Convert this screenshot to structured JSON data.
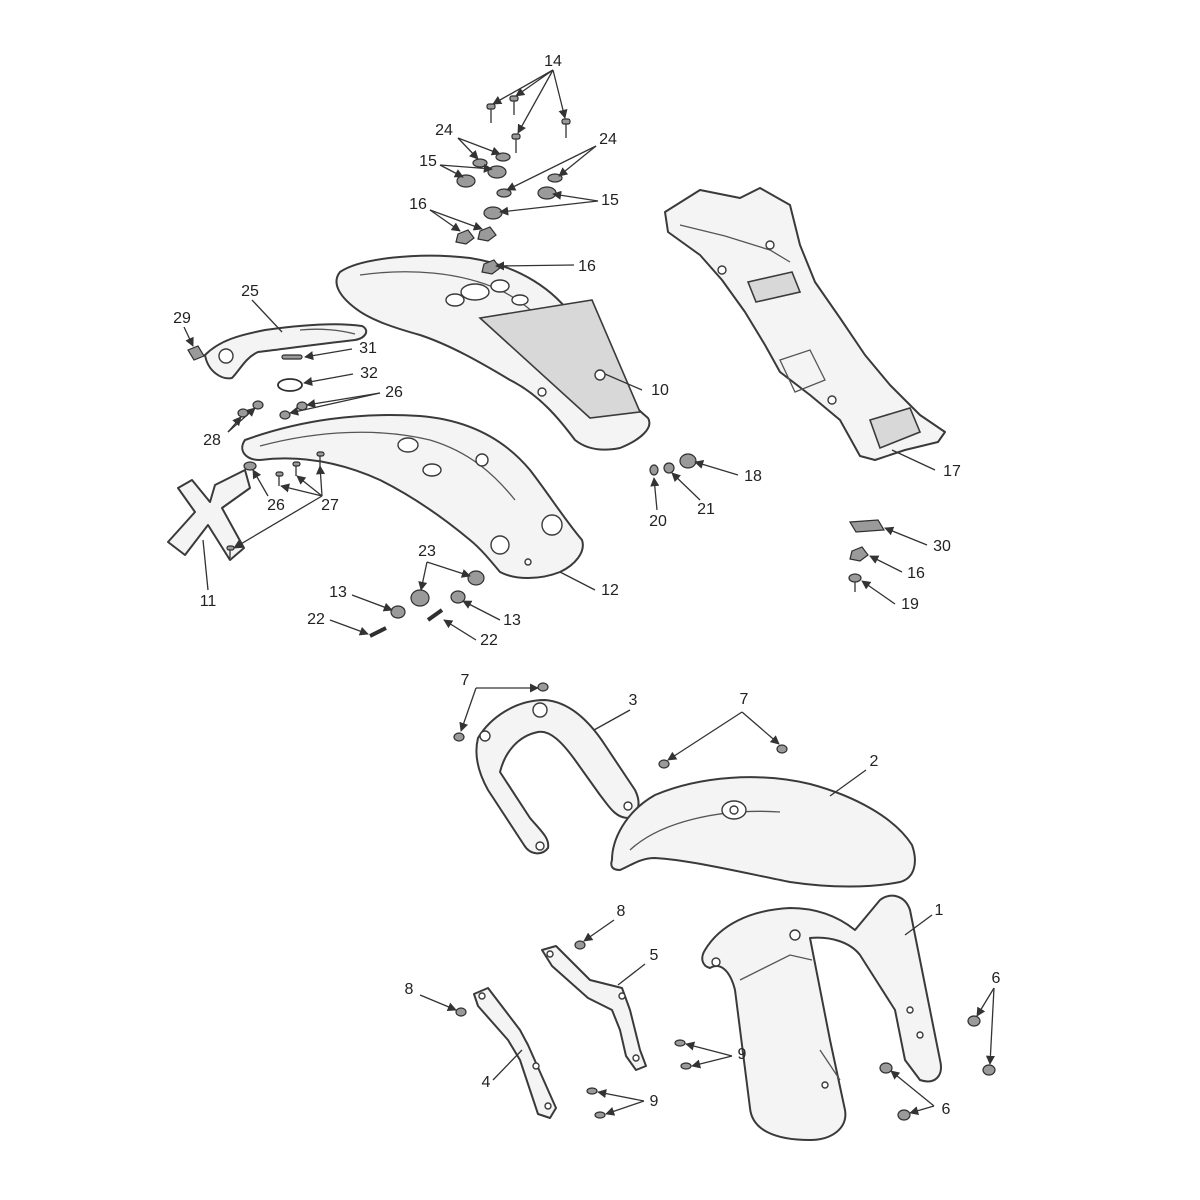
{
  "callouts": {
    "c1": "1",
    "c2": "2",
    "c3": "3",
    "c4": "4",
    "c5": "5",
    "c6a": "6",
    "c6b": "6",
    "c7a": "7",
    "c7b": "7",
    "c8a": "8",
    "c8b": "8",
    "c9a": "9",
    "c9b": "9",
    "c10": "10",
    "c11": "11",
    "c12": "12",
    "c13a": "13",
    "c13b": "13",
    "c14": "14",
    "c15a": "15",
    "c15b": "15",
    "c16a": "16",
    "c16b": "16",
    "c16c": "16",
    "c17": "17",
    "c18": "18",
    "c19": "19",
    "c20": "20",
    "c21": "21",
    "c22a": "22",
    "c22b": "22",
    "c23": "23",
    "c24a": "24",
    "c24b": "24",
    "c25": "25",
    "c26a": "26",
    "c26b": "26",
    "c27": "27",
    "c28": "28",
    "c29": "29",
    "c30": "30",
    "c31": "31",
    "c32": "32"
  }
}
